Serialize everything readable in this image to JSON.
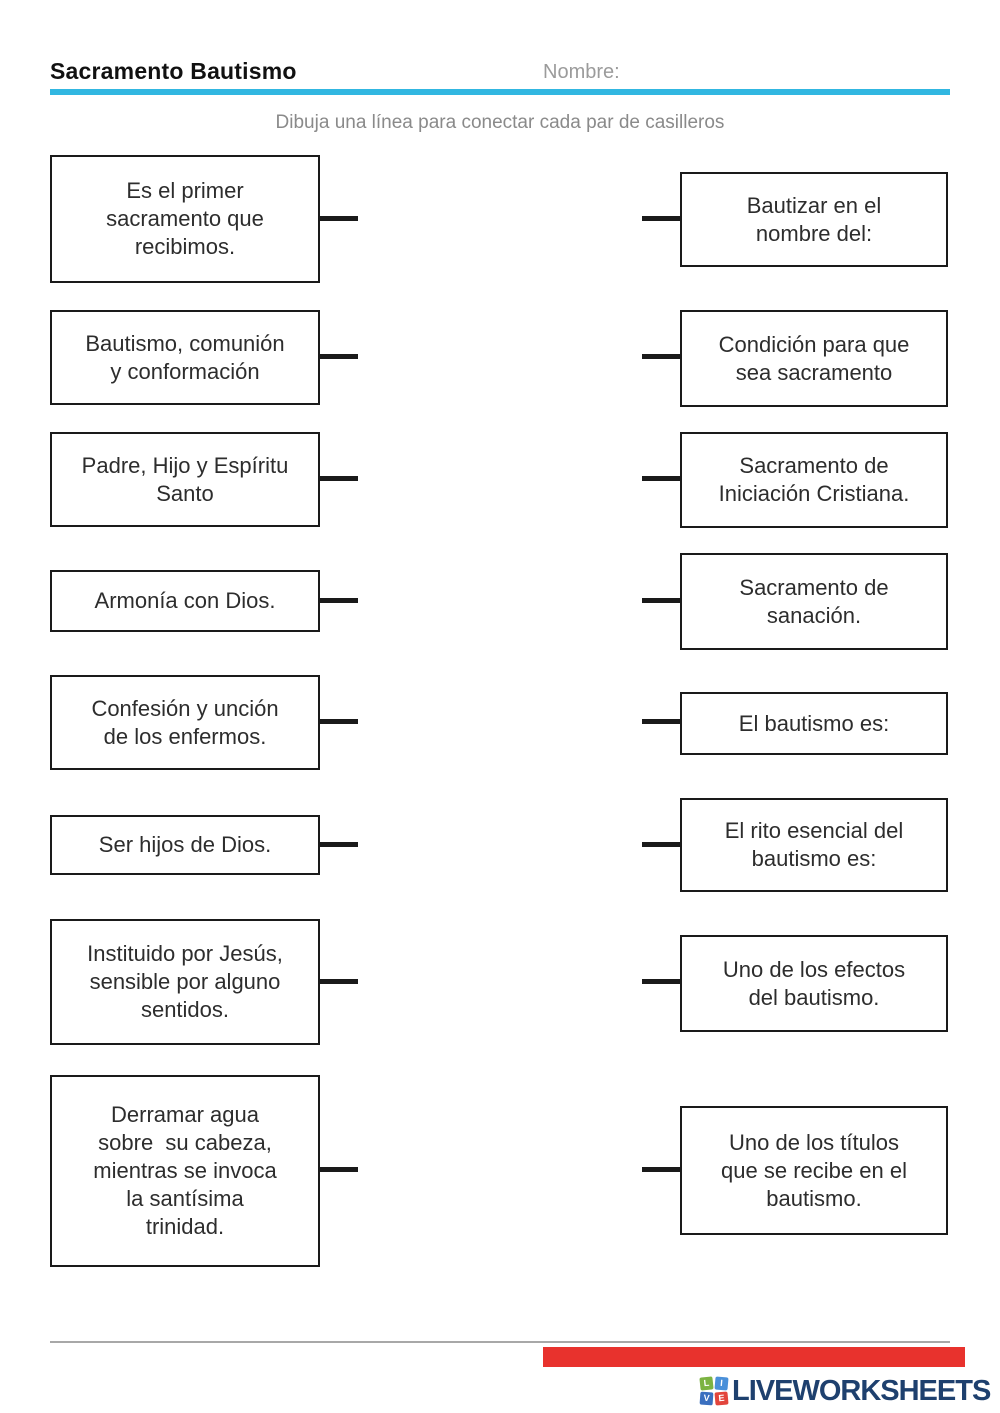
{
  "header": {
    "title": "Sacramento Bautismo",
    "name_label": "Nombre:",
    "instruction": "Dibuja una línea para conectar cada par de casilleros",
    "accent_color": "#31b7e1"
  },
  "left_boxes": [
    {
      "text": "Es el primer\nsacramento que\nrecibimos."
    },
    {
      "text": "Bautismo, comunión\ny conformación"
    },
    {
      "text": "Padre, Hijo y Espíritu\nSanto"
    },
    {
      "text": "Armonía con Dios."
    },
    {
      "text": "Confesión y unción\nde los enfermos."
    },
    {
      "text": "Ser hijos de Dios."
    },
    {
      "text": "Instituido por Jesús,\nsensible por alguno\nsentidos."
    },
    {
      "text": "Derramar agua\nsobre  su cabeza,\nmientras se invoca\nla santísima\ntrinidad."
    }
  ],
  "right_boxes": [
    {
      "text": "Bautizar en el\nnombre del:"
    },
    {
      "text": "Condición para que\nsea sacramento"
    },
    {
      "text": "Sacramento de\nIniciación Cristiana."
    },
    {
      "text": "Sacramento de\nsanación."
    },
    {
      "text": "El bautismo es:"
    },
    {
      "text": "El rito esencial del\nbautismo es:"
    },
    {
      "text": "Uno de los efectos\ndel bautismo."
    },
    {
      "text": "Uno de los títulos\nque se recibe en el\nbautismo."
    }
  ],
  "footer": {
    "brand": "LIVEWORKSHEETS",
    "brand_color": "#1e406e",
    "bar_color": "#e8322d",
    "line_color": "#a8a8a8",
    "logo_squares": [
      {
        "letter": "L",
        "color": "#7cb342"
      },
      {
        "letter": "I",
        "color": "#4a90d9"
      },
      {
        "letter": "V",
        "color": "#3a6fbf"
      },
      {
        "letter": "E",
        "color": "#e2453c"
      }
    ]
  }
}
